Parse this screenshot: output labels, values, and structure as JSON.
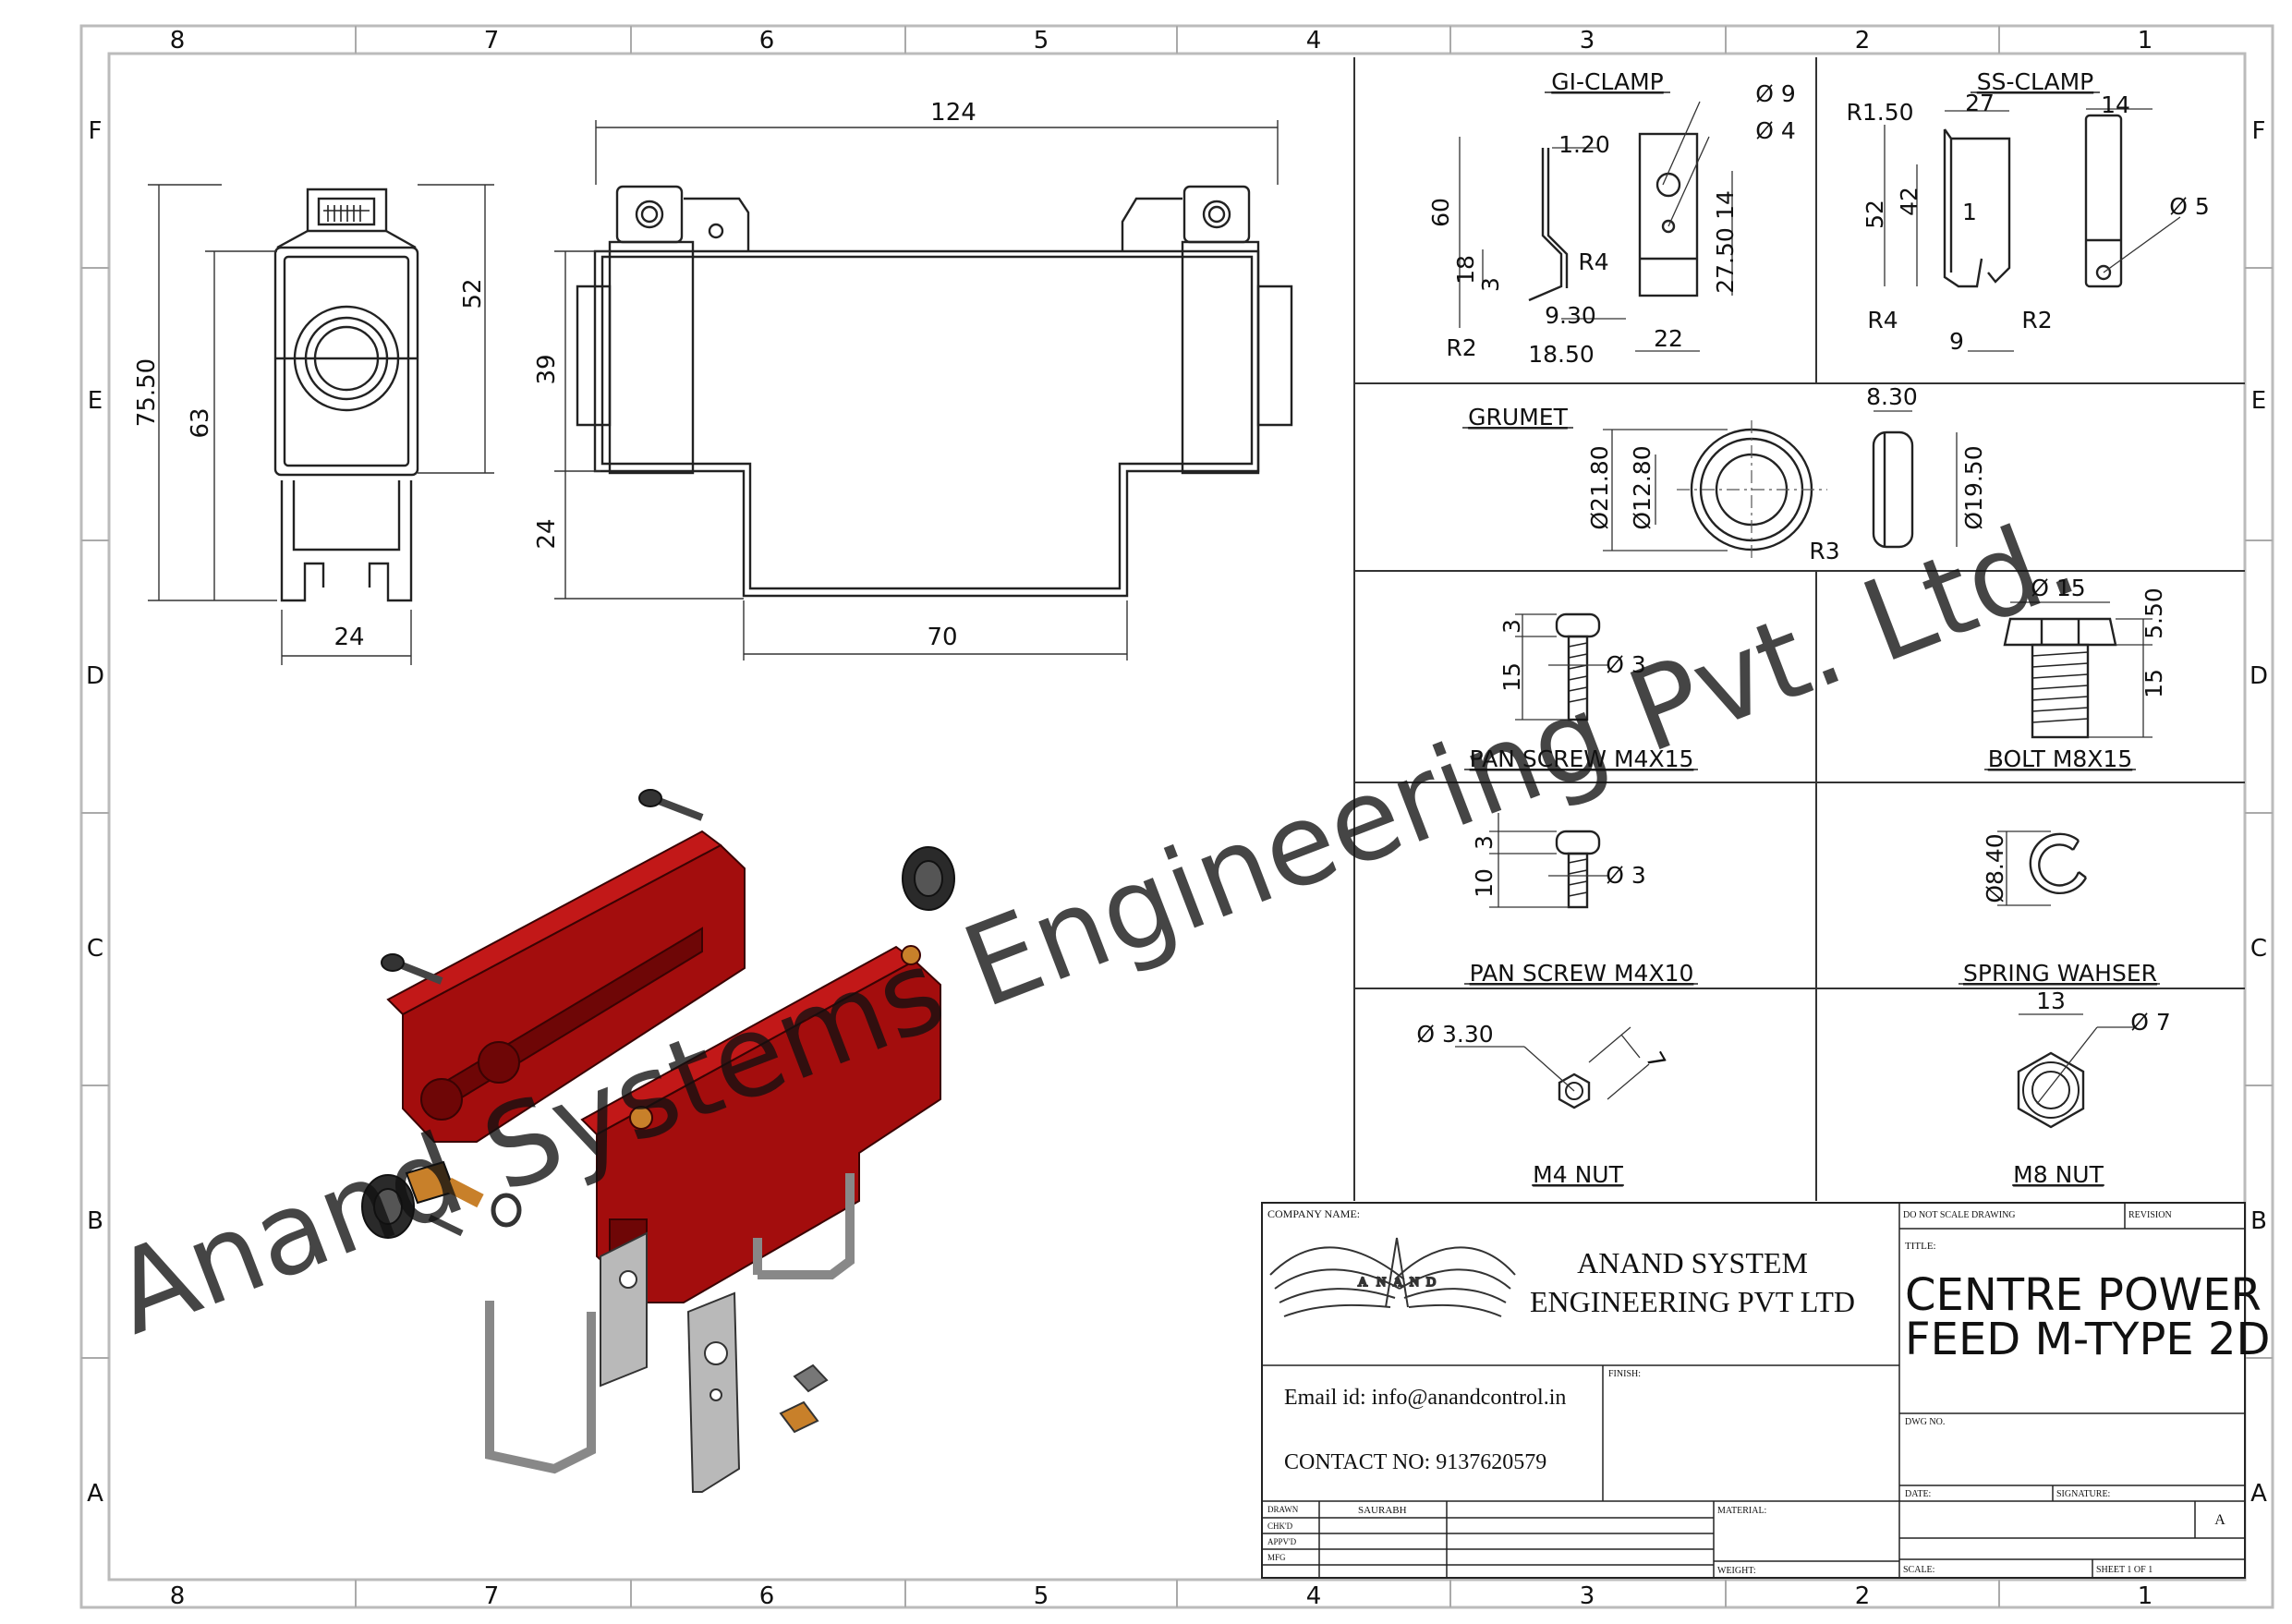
{
  "zones": {
    "columns": [
      "8",
      "7",
      "6",
      "5",
      "4",
      "3",
      "2",
      "1"
    ],
    "rows": [
      "F",
      "E",
      "D",
      "C",
      "B",
      "A"
    ]
  },
  "front_view": {
    "dims": [
      "52",
      "75.50",
      "63",
      "24"
    ]
  },
  "side_view": {
    "dims": [
      "124",
      "39",
      "24",
      "70"
    ]
  },
  "gi_clamp": {
    "title": "GI-CLAMP",
    "dims": [
      "Ø 9",
      "Ø 4",
      "1.20",
      "60",
      "R4",
      "18",
      "3",
      "9.30",
      "R2",
      "18.50",
      "14",
      "27.50",
      "22"
    ]
  },
  "ss_clamp": {
    "title": "SS-CLAMP",
    "dims": [
      "R1.50",
      "27",
      "14",
      "Ø 5",
      "52",
      "42",
      "1",
      "R4",
      "R2",
      "9"
    ]
  },
  "grumet": {
    "title": "GRUMET",
    "dims": [
      "Ø21.80",
      "Ø12.80",
      "8.30",
      "Ø19.50",
      "R3"
    ]
  },
  "pan_screw_15": {
    "title": "PAN SCREW M4X15",
    "dims": [
      "3",
      "15",
      "Ø 3"
    ]
  },
  "bolt": {
    "title": "BOLT M8X15",
    "dims": [
      "Ø 15",
      "5.50",
      "15"
    ]
  },
  "pan_screw_10": {
    "title": "PAN SCREW M4X10",
    "dims": [
      "3",
      "10",
      "Ø 3"
    ]
  },
  "spring_washer": {
    "title": "SPRING WAHSER",
    "dims": [
      "Ø8.40"
    ]
  },
  "m4_nut": {
    "title": "M4 NUT",
    "dims": [
      "Ø 3.30",
      "7"
    ]
  },
  "m8_nut": {
    "title": "M8 NUT",
    "dims": [
      "13",
      "Ø 7"
    ]
  },
  "watermark": "Anand Systems Engineering Pvt. Ltd.",
  "title_block": {
    "company_name_label": "COMPANY NAME:",
    "logo_letters": [
      "A",
      "N",
      "A",
      "N",
      "D"
    ],
    "company_line1": "ANAND SYSTEM",
    "company_line2": "ENGINEERING PVT LTD",
    "email": "Email id: info@anandcontrol.in",
    "contact": "CONTACT NO: 9137620579",
    "do_not_scale": "DO NOT SCALE DRAWING",
    "revision": "REVISION",
    "title_label": "TITLE:",
    "title_line1": "CENTRE POWER",
    "title_line2": "FEED M-TYPE 2D",
    "finish": "FINISH:",
    "dwg_no": "DWG NO.",
    "drawn": "DRAWN",
    "chkd": "CHK'D",
    "appvd": "APPV'D",
    "mfg": "MFG",
    "drawn_by": "SAURABH",
    "material": "MATERIAL:",
    "weight": "WEIGHT:",
    "date": "DATE:",
    "signature": "SIGNATURE:",
    "size": "A",
    "scale": "SCALE:",
    "sheet": "SHEET 1 OF 1"
  },
  "colors": {
    "line": "#222222",
    "part_red": "#a30d0d",
    "part_red_dark": "#6e0606",
    "steel": "#b9b9b9",
    "brass": "#c8802a",
    "watermark": "#8a8a8a"
  }
}
